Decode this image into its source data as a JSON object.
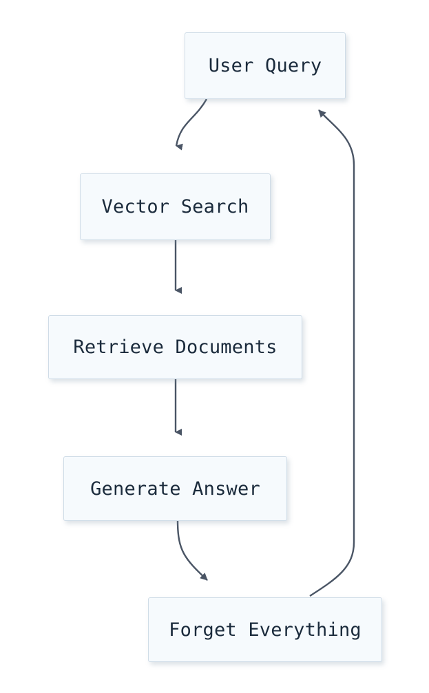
{
  "diagram": {
    "type": "flowchart",
    "direction": "top-to-bottom",
    "background_color": "#ffffff",
    "node_fill_color": "#f6fafd",
    "node_border_color": "#cfdce7",
    "node_text_color": "#1b2b3c",
    "edge_color": "#4a5565",
    "nodes": [
      {
        "id": "user_query",
        "label": "User Query"
      },
      {
        "id": "vector_search",
        "label": "Vector Search"
      },
      {
        "id": "retrieve_documents",
        "label": "Retrieve Documents"
      },
      {
        "id": "generate_answer",
        "label": "Generate Answer"
      },
      {
        "id": "forget_everything",
        "label": "Forget Everything"
      }
    ],
    "edges": [
      {
        "from": "user_query",
        "to": "vector_search",
        "label": "",
        "style": "curved-arrow"
      },
      {
        "from": "vector_search",
        "to": "retrieve_documents",
        "label": "",
        "style": "straight-arrow"
      },
      {
        "from": "retrieve_documents",
        "to": "generate_answer",
        "label": "",
        "style": "straight-arrow"
      },
      {
        "from": "generate_answer",
        "to": "forget_everything",
        "label": "",
        "style": "curved-arrow"
      },
      {
        "from": "forget_everything",
        "to": "user_query",
        "label": "",
        "style": "curved-arrow-return"
      }
    ]
  }
}
